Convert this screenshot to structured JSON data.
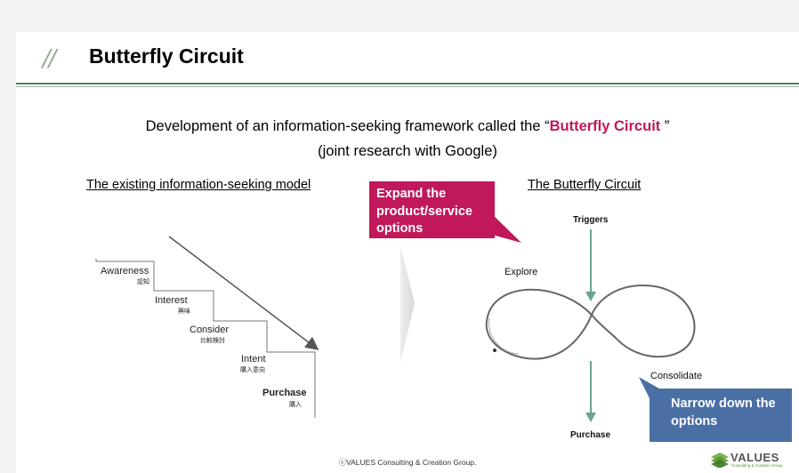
{
  "header": {
    "title": "Butterfly Circuit"
  },
  "headline": {
    "prefix": "Development of an information-seeking framework called the “",
    "highlight": "Butterfly Circuit",
    "suffix": " ”",
    "subline": "(joint research with Google)"
  },
  "left_model": {
    "heading": "The existing information-seeking model",
    "steps": [
      {
        "en": "Awareness",
        "ja": "認知"
      },
      {
        "en": "Interest",
        "ja": "興味"
      },
      {
        "en": "Consider",
        "ja": "比較検討"
      },
      {
        "en": "Intent",
        "ja": "購入意向"
      },
      {
        "en": "Purchase",
        "ja": "購入"
      }
    ]
  },
  "right_model": {
    "heading": "The Butterfly Circuit",
    "triggers": "Triggers",
    "explore": "Explore",
    "consolidate": "Consolidate",
    "purchase": "Purchase"
  },
  "callouts": {
    "expand": "Expand the product/service options",
    "narrow": "Narrow down the options"
  },
  "footer": {
    "copyright": "ⓒVALUES Consulting & Creation Group."
  },
  "logo": {
    "name": "VALUES",
    "tagline": "Consulting & Creation Group"
  },
  "colors": {
    "accent_red": "#c0185a",
    "accent_blue": "#4a6fa5",
    "rule_green": "#4e7f63",
    "arrow_green": "#6aa58c"
  }
}
